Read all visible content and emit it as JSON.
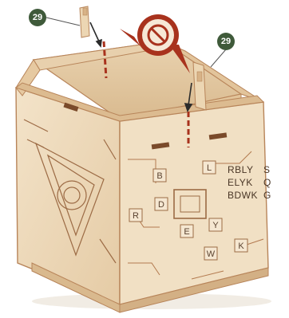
{
  "step_labels": {
    "left": "29",
    "right": "29"
  },
  "tiles": {
    "t1": "B",
    "t2": "L",
    "t3": "D",
    "t4": "R",
    "t5": "E",
    "t6": "Y",
    "t7": "W",
    "t8": "K"
  },
  "codes": {
    "line1": "RBLY",
    "line2": "ELYK",
    "line3": "BDWK"
  },
  "side_letters": {
    "s1": "S",
    "s2": "Q",
    "s3": "G"
  },
  "colors": {
    "wood": "#efdcc0",
    "wood_dark": "#c9a37a",
    "edge": "#b8855a",
    "accent_red": "#a8321d",
    "badge": "#3f5a3a"
  }
}
